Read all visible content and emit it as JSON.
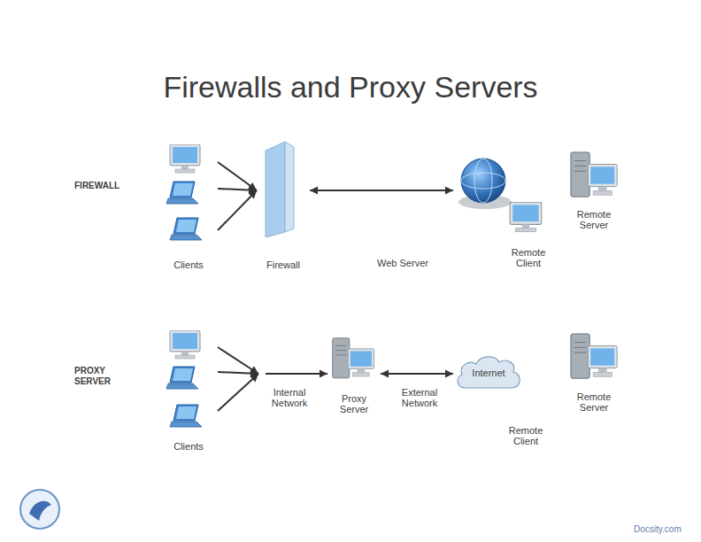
{
  "diagram": {
    "title": "Firewalls and Proxy Servers",
    "nodes": [
      {
        "text": [
          "Clients"
        ]
      },
      {
        "text": [
          "Firewall"
        ]
      },
      {
        "text": [
          "Remote Client"
        ]
      },
      {
        "text": [
          "Remote Server"
        ]
      },
      {
        "text": [
          "Clients"
        ]
      },
      {
        "text": [
          "Proxy Server"
        ]
      },
      {
        "text": [
          "Internet"
        ]
      },
      {
        "text": [
          "Remote Client"
        ]
      },
      {
        "text": [
          "Remote Server"
        ]
      }
    ],
    "edges": [
      {
        "from": 0,
        "to": 1,
        "arrow": "to"
      },
      {
        "from": 1,
        "to": 2,
        "arrow": "both",
        "label": "Web Server"
      },
      {
        "from": 4,
        "to": 5,
        "arrow": "to",
        "label": "Internal Network"
      },
      {
        "from": 5,
        "to": 6,
        "arrow": "both",
        "label": "External Network"
      }
    ],
    "labels": [
      "FIREWALL",
      "PROXY SERVER",
      "Docsity.com"
    ]
  }
}
